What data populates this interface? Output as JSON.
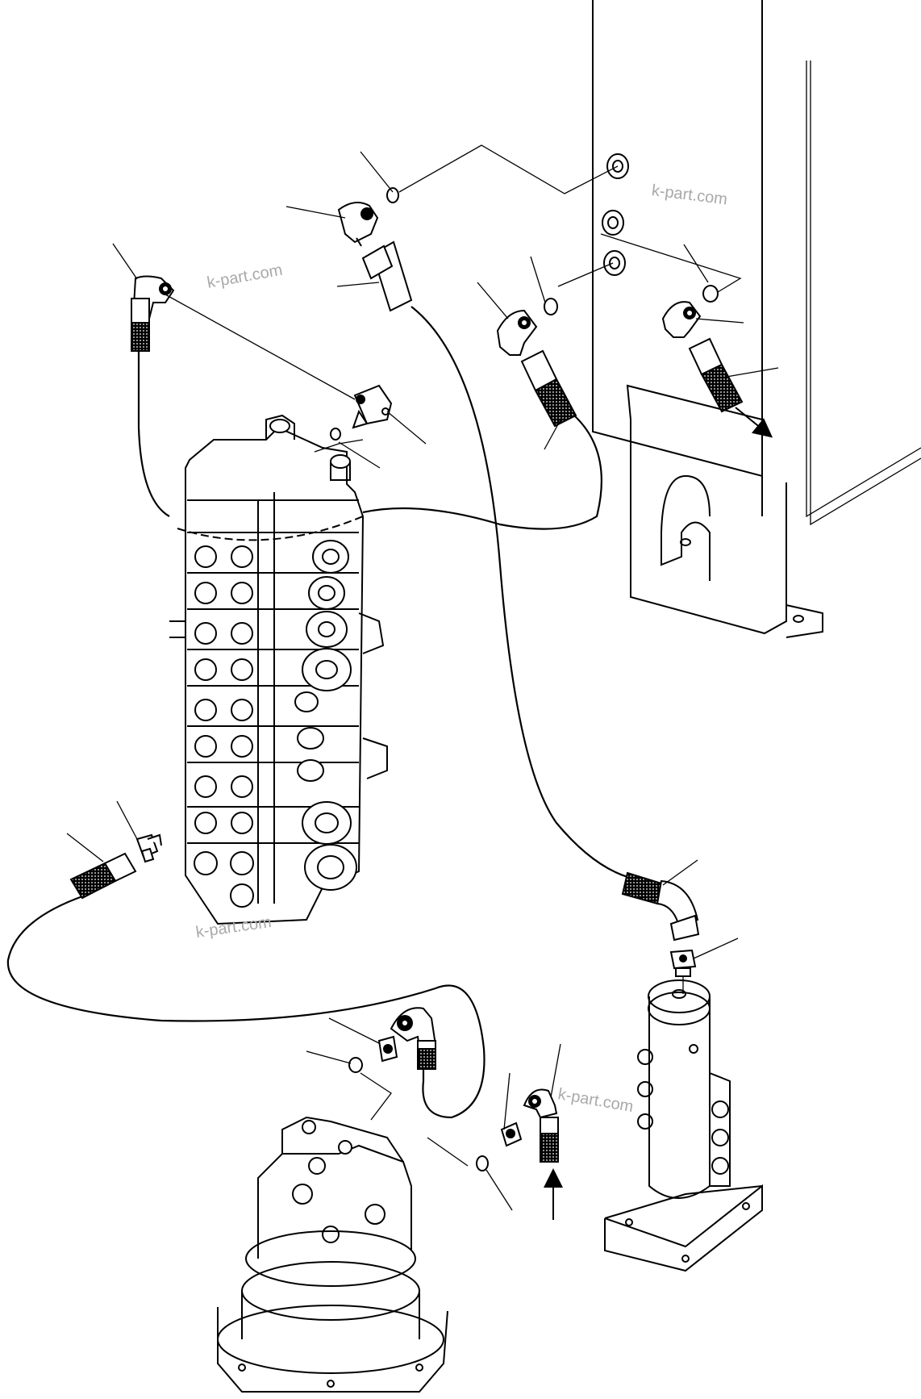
{
  "watermarks": [
    {
      "id": "wm1",
      "text": "k-part.com"
    },
    {
      "id": "wm2",
      "text": "k-part.com"
    },
    {
      "id": "wm3",
      "text": "k-part.com"
    },
    {
      "id": "wm4",
      "text": "k-part.com"
    }
  ],
  "colors": {
    "line": "#000000",
    "background": "#ffffff",
    "watermark": "#a9a9a9"
  }
}
